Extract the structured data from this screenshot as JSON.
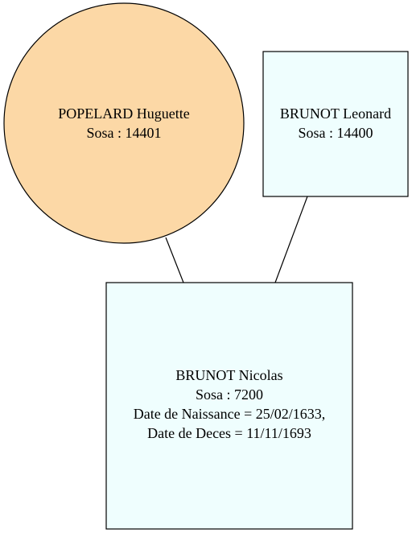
{
  "colors": {
    "female_fill": "#fcd8a6",
    "male_fill": "#effefe",
    "stroke": "#000000"
  },
  "nodes": {
    "mother": {
      "shape": "circle",
      "name": "POPELARD Huguette",
      "sosa": "Sosa : 14401"
    },
    "father": {
      "shape": "box",
      "name": "BRUNOT Leonard",
      "sosa": "Sosa : 14400"
    },
    "child": {
      "shape": "box",
      "name": "BRUNOT Nicolas",
      "sosa": "Sosa : 7200",
      "birth": "Date de Naissance = 25/02/1633,",
      "death": "Date de Deces = 11/11/1693"
    }
  },
  "edges": [
    {
      "from": "mother",
      "to": "child"
    },
    {
      "from": "father",
      "to": "child"
    }
  ]
}
